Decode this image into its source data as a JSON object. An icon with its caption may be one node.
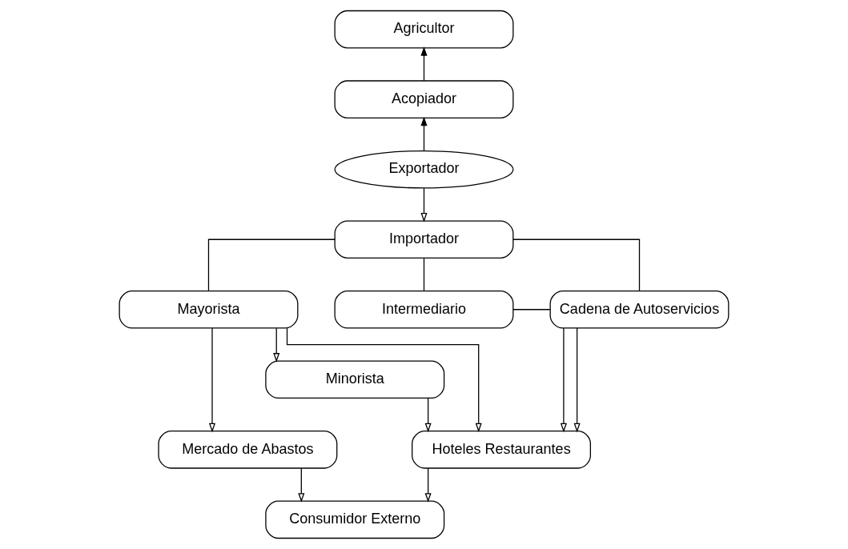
{
  "diagram": {
    "nodes": [
      {
        "text": [
          "Agricultor"
        ]
      },
      {
        "text": [
          "Acopiador"
        ]
      },
      {
        "text": [
          "Exportador"
        ]
      },
      {
        "text": [
          "Importador"
        ]
      },
      {
        "text": [
          "Mayorista"
        ]
      },
      {
        "text": [
          "Cadena de Autoservicios"
        ]
      },
      {
        "text": [
          "Intermediario"
        ]
      },
      {
        "text": [
          "Mercado de Abastos"
        ]
      },
      {
        "text": [
          "Minorista"
        ]
      },
      {
        "text": [
          "Hoteles Restaurantes"
        ]
      },
      {
        "text": [
          "Consumidor Externo"
        ]
      }
    ],
    "edges": [
      {
        "from": 1,
        "to": 0,
        "arrow": "to"
      },
      {
        "from": 2,
        "to": 1,
        "arrow": "to"
      },
      {
        "from": 2,
        "to": 3,
        "arrow": "to"
      },
      {
        "from": 3,
        "to": 4,
        "arrow": "none"
      },
      {
        "from": 3,
        "to": 5,
        "arrow": "none"
      },
      {
        "from": 3,
        "to": 6,
        "arrow": "none"
      },
      {
        "from": 6,
        "to": 5,
        "arrow": "none"
      },
      {
        "from": 4,
        "to": 7,
        "arrow": "to"
      },
      {
        "from": 4,
        "to": 8,
        "arrow": "to"
      },
      {
        "from": 4,
        "to": 9,
        "arrow": "to"
      },
      {
        "from": 5,
        "to": 9,
        "arrow": "to"
      },
      {
        "from": 5,
        "to": 9,
        "arrow": "to"
      },
      {
        "from": 8,
        "to": 9,
        "arrow": "to"
      },
      {
        "from": 9,
        "to": 10,
        "arrow": "to"
      },
      {
        "from": 7,
        "to": 10,
        "arrow": "to"
      }
    ]
  }
}
